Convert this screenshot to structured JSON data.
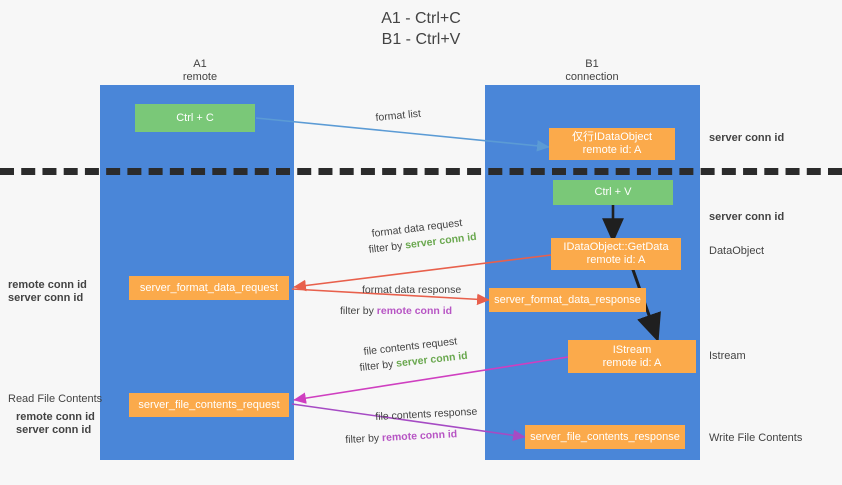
{
  "title_lines": [
    "A1 - Ctrl+C",
    "B1 - Ctrl+V"
  ],
  "columns": [
    {
      "name": "A1",
      "sub": "remote"
    },
    {
      "name": "B1",
      "sub": "connection"
    }
  ],
  "colors": {
    "lane": "#4a86d8",
    "orange_box": "#fbaa4b",
    "green_box": "#7ac878",
    "server_conn_id": "#6aa84f",
    "remote_conn_id": "#b755c4",
    "arrow_blue": "#5b9bd5",
    "arrow_red": "#e8604c",
    "arrow_magenta": "#cf3fc0",
    "arrow_purple": "#a64bc4",
    "arrow_black": "#1f1f1f",
    "background": "#f7f7f7"
  },
  "boxes": {
    "ctrl_c": {
      "line1": "Ctrl + C"
    },
    "ctrl_v": {
      "line1": "Ctrl + V"
    },
    "idataobject": {
      "line1": "仅行IDataObject",
      "line2": "remote id: A"
    },
    "getdata": {
      "line1": "IDataObject::GetData",
      "line2": "remote id: A"
    },
    "istream": {
      "line1": "IStream",
      "line2": "remote id: A"
    },
    "server_format_data_request": {
      "line1": "server_format_data_request"
    },
    "server_format_data_response": {
      "line1": "server_format_data_response"
    },
    "server_file_contents_request": {
      "line1": "server_file_contents_request"
    },
    "server_file_contents_response": {
      "line1": "server_file_contents_response"
    }
  },
  "edge_labels": {
    "format_list": "format list",
    "format_data_request": "format data request",
    "format_data_request_filter_prefix": "filter by ",
    "format_data_request_filter_key": "server conn id",
    "format_data_response": "format data response",
    "format_data_response_filter_prefix": "filter by ",
    "format_data_response_filter_key": "remote conn id",
    "file_contents_request": "file contents request",
    "file_contents_request_filter_prefix": "filter by ",
    "file_contents_request_filter_key": "server conn id",
    "file_contents_response": "file contents response",
    "file_contents_response_filter_prefix": "filter by ",
    "file_contents_response_filter_key": "remote conn id"
  },
  "right_labels": {
    "server_conn_id_top": "server conn id",
    "server_conn_id_mid": "server conn id",
    "dataobject": "DataObject",
    "istream": "Istream",
    "write_file_contents": "Write File Contents"
  },
  "left_labels": {
    "mid_remote": "remote conn id",
    "mid_server": "server conn id",
    "read_file_contents": "Read File Contents",
    "low_remote": "remote conn id",
    "low_server": "server conn id"
  }
}
